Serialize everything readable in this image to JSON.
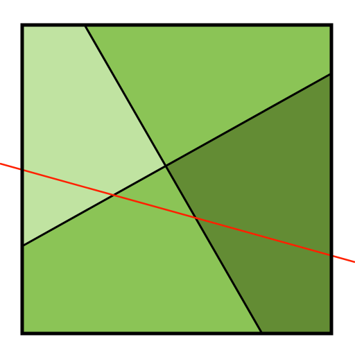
{
  "colors": {
    "background": "#ffffff",
    "region_light": "#c0e3a1",
    "region_medium": "#8bc456",
    "region_dark": "#638c34",
    "line_black": "#000000",
    "line_red": "#ff2000",
    "square_border": "#000000"
  },
  "diagram": {
    "region_count": 4,
    "regions": [
      {
        "name": "region-top-left",
        "shade": "light"
      },
      {
        "name": "region-top-right",
        "shade": "medium"
      },
      {
        "name": "region-right",
        "shade": "dark"
      },
      {
        "name": "region-bottom-left",
        "shade": "medium"
      }
    ],
    "dividing_lines": 2,
    "secant_line": {
      "color": "red",
      "extends_beyond_square": true
    }
  }
}
